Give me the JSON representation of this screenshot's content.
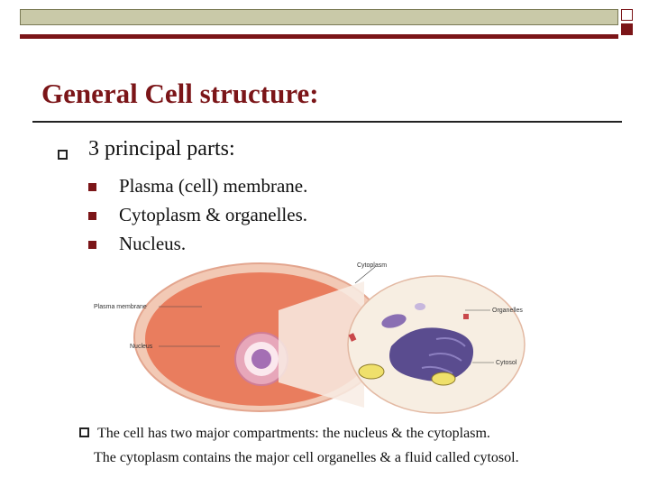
{
  "slide": {
    "title": "General Cell structure:",
    "main_bullet": "3 principal parts:",
    "sub_bullets": [
      "Plasma (cell) membrane.",
      "Cytoplasm & organelles.",
      "Nucleus."
    ],
    "note": {
      "line1": "The cell has two major compartments: the nucleus & the cytoplasm.",
      "line2": "The cytoplasm contains the major cell organelles & a fluid called cytosol."
    }
  },
  "figure_labels": {
    "cytoplasm": "Cytoplasm",
    "plasma_membrane": "Plasma membrane",
    "organelles": "Organelles",
    "nucleus": "Nucleus",
    "cytosol": "Cytosol"
  },
  "colors": {
    "accent": "#7b1518",
    "header_band": "#c9c9a8"
  }
}
